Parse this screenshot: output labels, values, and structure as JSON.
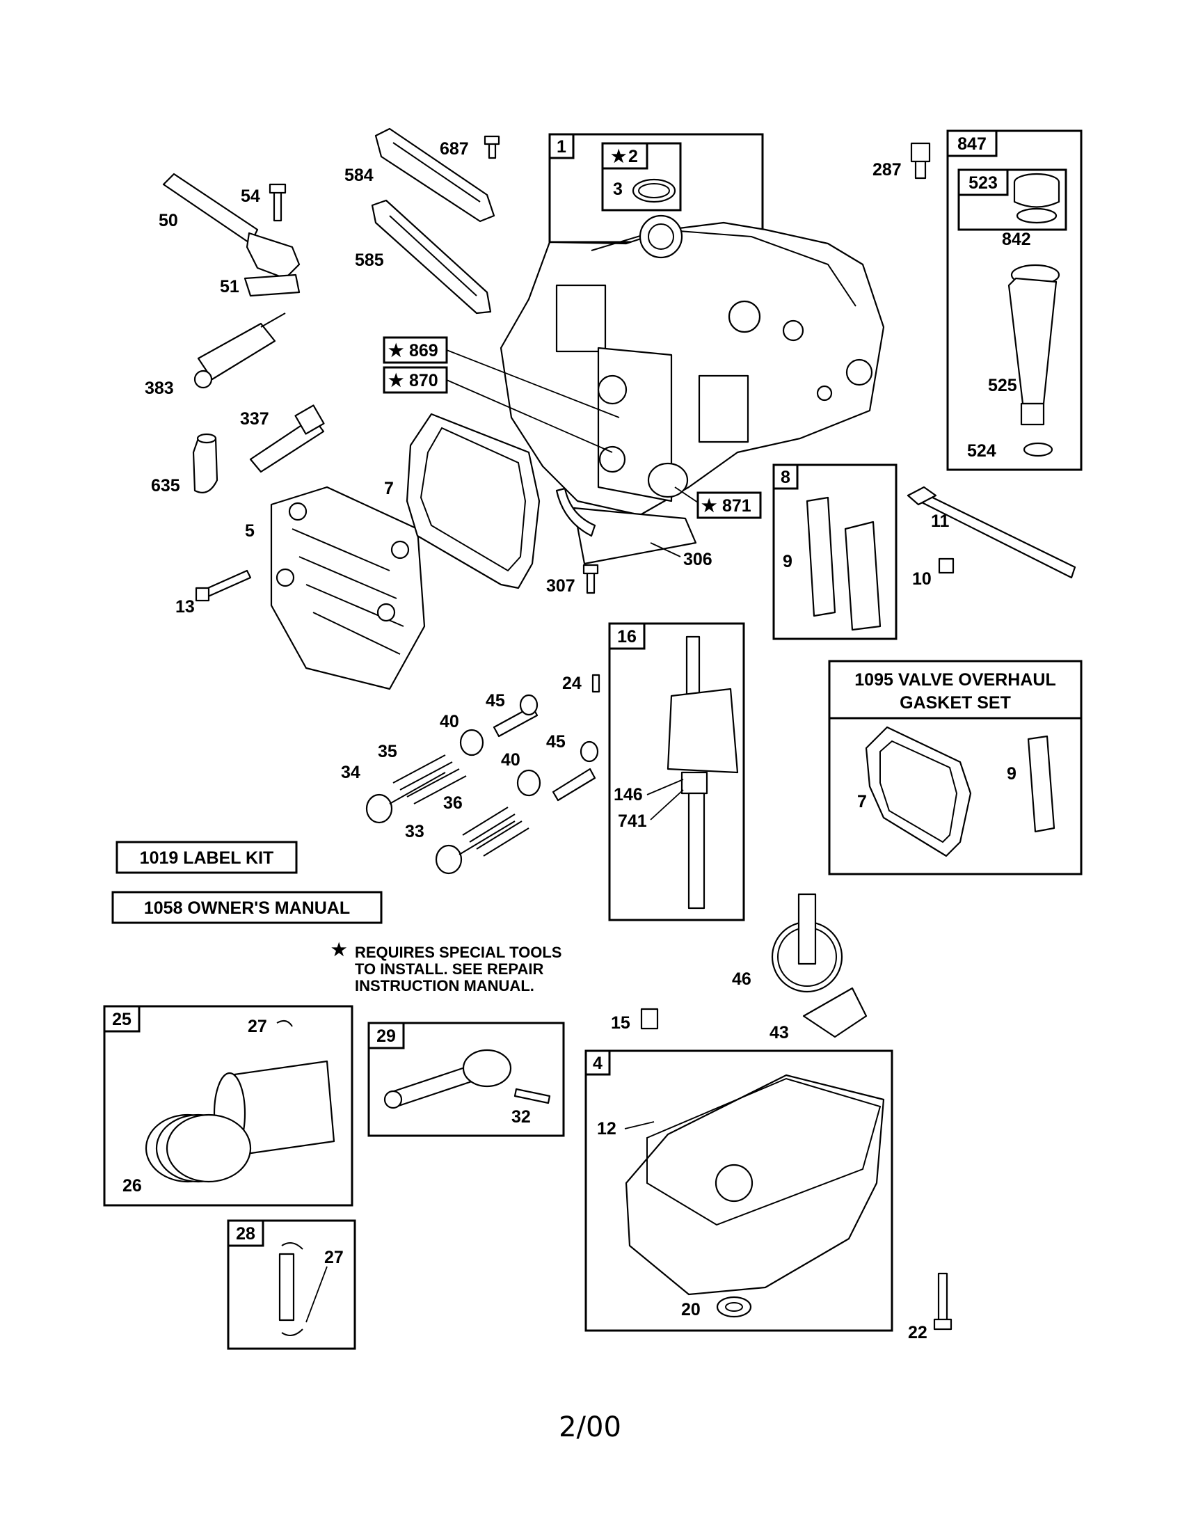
{
  "labels": {
    "p1": "1",
    "p2": "2",
    "p3": "3",
    "p4": "4",
    "p5": "5",
    "p7a": "7",
    "p7b": "7",
    "p8": "8",
    "p9a": "9",
    "p9b": "9",
    "p10": "10",
    "p11": "11",
    "p12": "12",
    "p13": "13",
    "p15": "15",
    "p16": "16",
    "p20": "20",
    "p22": "22",
    "p24": "24",
    "p25": "25",
    "p26": "26",
    "p27a": "27",
    "p27b": "27",
    "p28": "28",
    "p29": "29",
    "p32": "32",
    "p33": "33",
    "p34": "34",
    "p35": "35",
    "p36": "36",
    "p40a": "40",
    "p40b": "40",
    "p43": "43",
    "p45a": "45",
    "p45b": "45",
    "p46": "46",
    "p50": "50",
    "p51": "51",
    "p54": "54",
    "p146": "146",
    "p287": "287",
    "p306": "306",
    "p307": "307",
    "p337": "337",
    "p383": "383",
    "p523": "523",
    "p524": "524",
    "p525": "525",
    "p584": "584",
    "p585": "585",
    "p635": "635",
    "p687": "687",
    "p741": "741",
    "p842": "842",
    "p847": "847",
    "p869": "869",
    "p870": "870",
    "p871": "871"
  },
  "star": "★",
  "kits": {
    "label_kit": "1019 LABEL KIT",
    "owners_manual": "1058 OWNER'S MANUAL",
    "valve_kit_line1": "1095 VALVE OVERHAUL",
    "valve_kit_line2": "GASKET SET"
  },
  "note": {
    "line1": "REQUIRES SPECIAL TOOLS",
    "line2": "TO INSTALL.  SEE REPAIR",
    "line3": "INSTRUCTION MANUAL."
  },
  "footer": "2/00"
}
